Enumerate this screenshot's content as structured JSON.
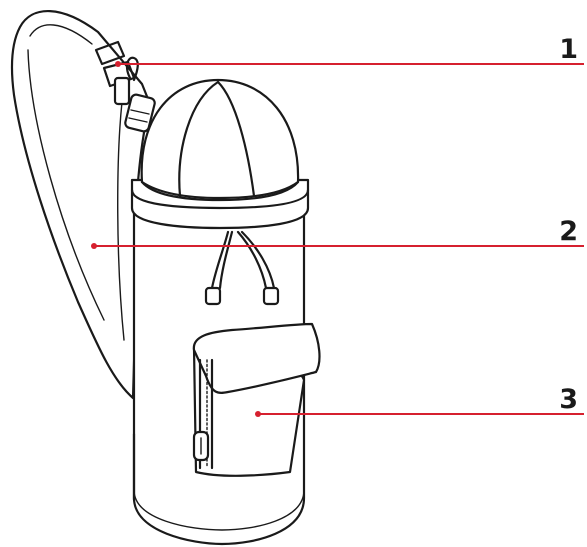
{
  "callouts": [
    {
      "number": "1"
    },
    {
      "number": "2"
    },
    {
      "number": "3"
    }
  ],
  "colors": {
    "accent": "#d6202f",
    "outline": "#1a1a1a",
    "background": "#ffffff"
  }
}
